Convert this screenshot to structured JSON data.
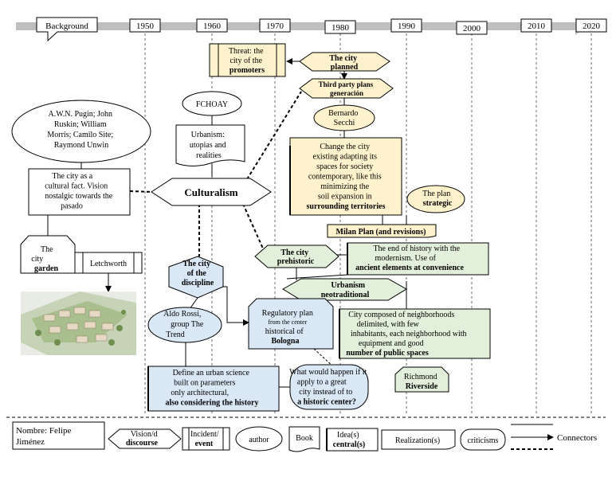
{
  "timeline": {
    "start_label": "Background",
    "years": [
      "1950",
      "1960",
      "1970",
      "1980",
      "1990",
      "2000",
      "2010",
      "2020"
    ]
  },
  "nodes": {
    "threat": [
      "Threat: the",
      "city of the",
      "promoters"
    ],
    "city_planned": [
      "The city",
      "planned"
    ],
    "third_party": [
      "Third party plans",
      "generación"
    ],
    "fchoay": [
      "FCHOAY"
    ],
    "bernardo": [
      "Bernardo",
      "Secchi"
    ],
    "urbanism_book": [
      "Urbanism:",
      "utopias and",
      "realities"
    ],
    "authors": [
      "A.W.N. Pugin; John",
      "Ruskin; William",
      "Morris; Camilo Site;",
      "Raymond Unwin"
    ],
    "change_city": [
      "Change the city",
      "existing adapting its",
      "spaces for society",
      "contemporary, like this",
      "minimizing the",
      "soil expansion in",
      "surrounding territories"
    ],
    "plan_strategic": [
      "The plan",
      "strategic"
    ],
    "cultural_fact": [
      "The city as a",
      "cultural fact. Vision",
      "nostalgic towards the",
      "pasado"
    ],
    "culturalism": "Culturalism",
    "milan": "Milan Plan (and revisions)",
    "city_garden": [
      "The",
      "city",
      "garden"
    ],
    "letchworth": "Letchworth",
    "prehistoric": [
      "The city",
      "prehistoric"
    ],
    "end_history": [
      "The end of history with the",
      "modernism. Use of",
      "ancient elements at convenience"
    ],
    "discipline": [
      "The city",
      "of the",
      "discipline"
    ],
    "neotraditional": [
      "Urbanism",
      "neotraditional"
    ],
    "aldo": [
      "Aldo Rossi,",
      "group The",
      "Trend"
    ],
    "regulatory": [
      "Regulatory plan",
      "from the center",
      "historical of",
      "Bologna"
    ],
    "neighborhoods": [
      "City composed of neighborhoods",
      "delimited, with few",
      "inhabitants, each neighborhood with",
      "equipment and good",
      "number of public spaces"
    ],
    "urban_science": [
      "Define an urban science",
      "built on parameters",
      "only architectural,",
      "also considering the history"
    ],
    "what_if": [
      "What would happen if it",
      "apply to a great",
      "city instead of to",
      "a historic center?"
    ],
    "richmond": [
      "Richmond",
      "Riverside"
    ]
  },
  "legend": {
    "name": [
      "Nombre: Felipe",
      "Jiménez"
    ],
    "vision": [
      "Vision/d",
      "discourse"
    ],
    "incident": [
      "Incident/",
      "event"
    ],
    "author": "author",
    "book": "Book",
    "idea": [
      "Idea(s)",
      "central(s)"
    ],
    "realization": "Realization(s)",
    "criticisms": "criticisms",
    "connectors": "Connectors"
  },
  "colors": {
    "yellow": "#fff2cc",
    "green": "#e2efda",
    "blue": "#dae7f5",
    "timeline": "#bfbfbf"
  }
}
